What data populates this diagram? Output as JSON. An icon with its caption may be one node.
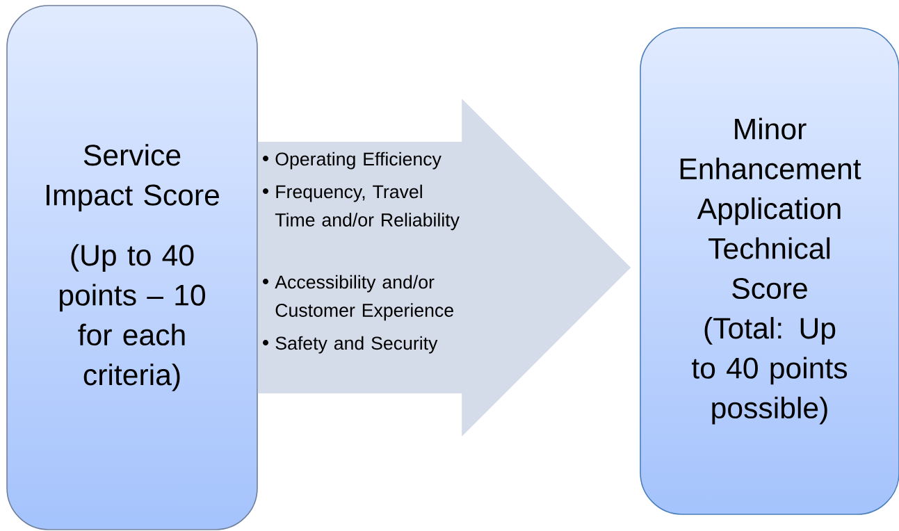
{
  "diagram": {
    "nodes": [
      {
        "text": [
          "Service Impact Score",
          "(Up to 40 points – 10 for each criteria)"
        ]
      },
      {
        "text": [
          "Minor Enhancement Application Technical Score",
          "(Total: Up to 40 points possible)"
        ]
      }
    ],
    "edges": [
      {
        "from": 0,
        "to": 1,
        "arrow": "to"
      }
    ],
    "labels": [
      "Operating Efficiency",
      "Frequency, Travel Time and/or Reliability",
      "Accessibility and/or Customer Experience",
      "Safety and Security"
    ]
  }
}
